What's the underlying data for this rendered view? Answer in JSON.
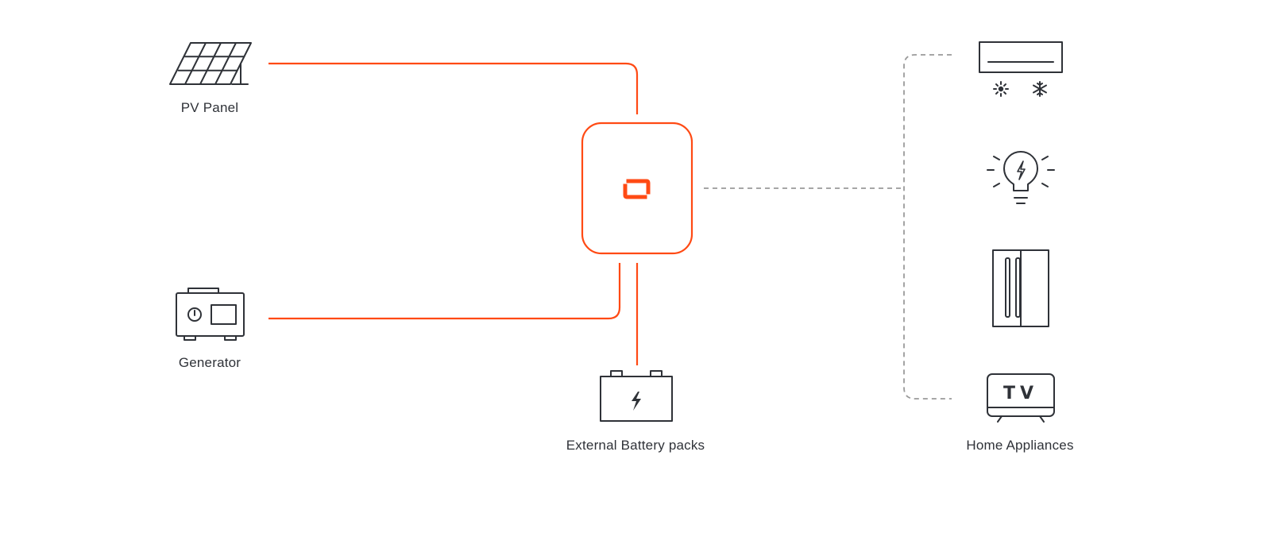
{
  "colors": {
    "accent": "#ff4a14",
    "icon": "#2f3238",
    "dashed_line": "#9a9a9a",
    "background": "#ffffff"
  },
  "nodes": {
    "pv_panel": {
      "label": "PV Panel",
      "icon": "solar-panel-icon"
    },
    "generator": {
      "label": "Generator",
      "icon": "generator-icon"
    },
    "inverter": {
      "icon": "inverter-logo-icon"
    },
    "battery": {
      "label": "External Battery packs",
      "icon": "battery-icon"
    },
    "home_appliances": {
      "label": "Home Appliances",
      "items": [
        {
          "icon": "air-conditioner-icon"
        },
        {
          "icon": "light-bulb-icon"
        },
        {
          "icon": "refrigerator-icon"
        },
        {
          "icon": "tv-icon",
          "text": "TV"
        }
      ]
    }
  },
  "connections": [
    {
      "from": "pv_panel",
      "to": "inverter",
      "style": "solid"
    },
    {
      "from": "generator",
      "to": "inverter",
      "style": "solid"
    },
    {
      "from": "inverter",
      "to": "battery",
      "style": "solid"
    },
    {
      "from": "inverter",
      "to": "home_appliances",
      "style": "dashed"
    }
  ]
}
